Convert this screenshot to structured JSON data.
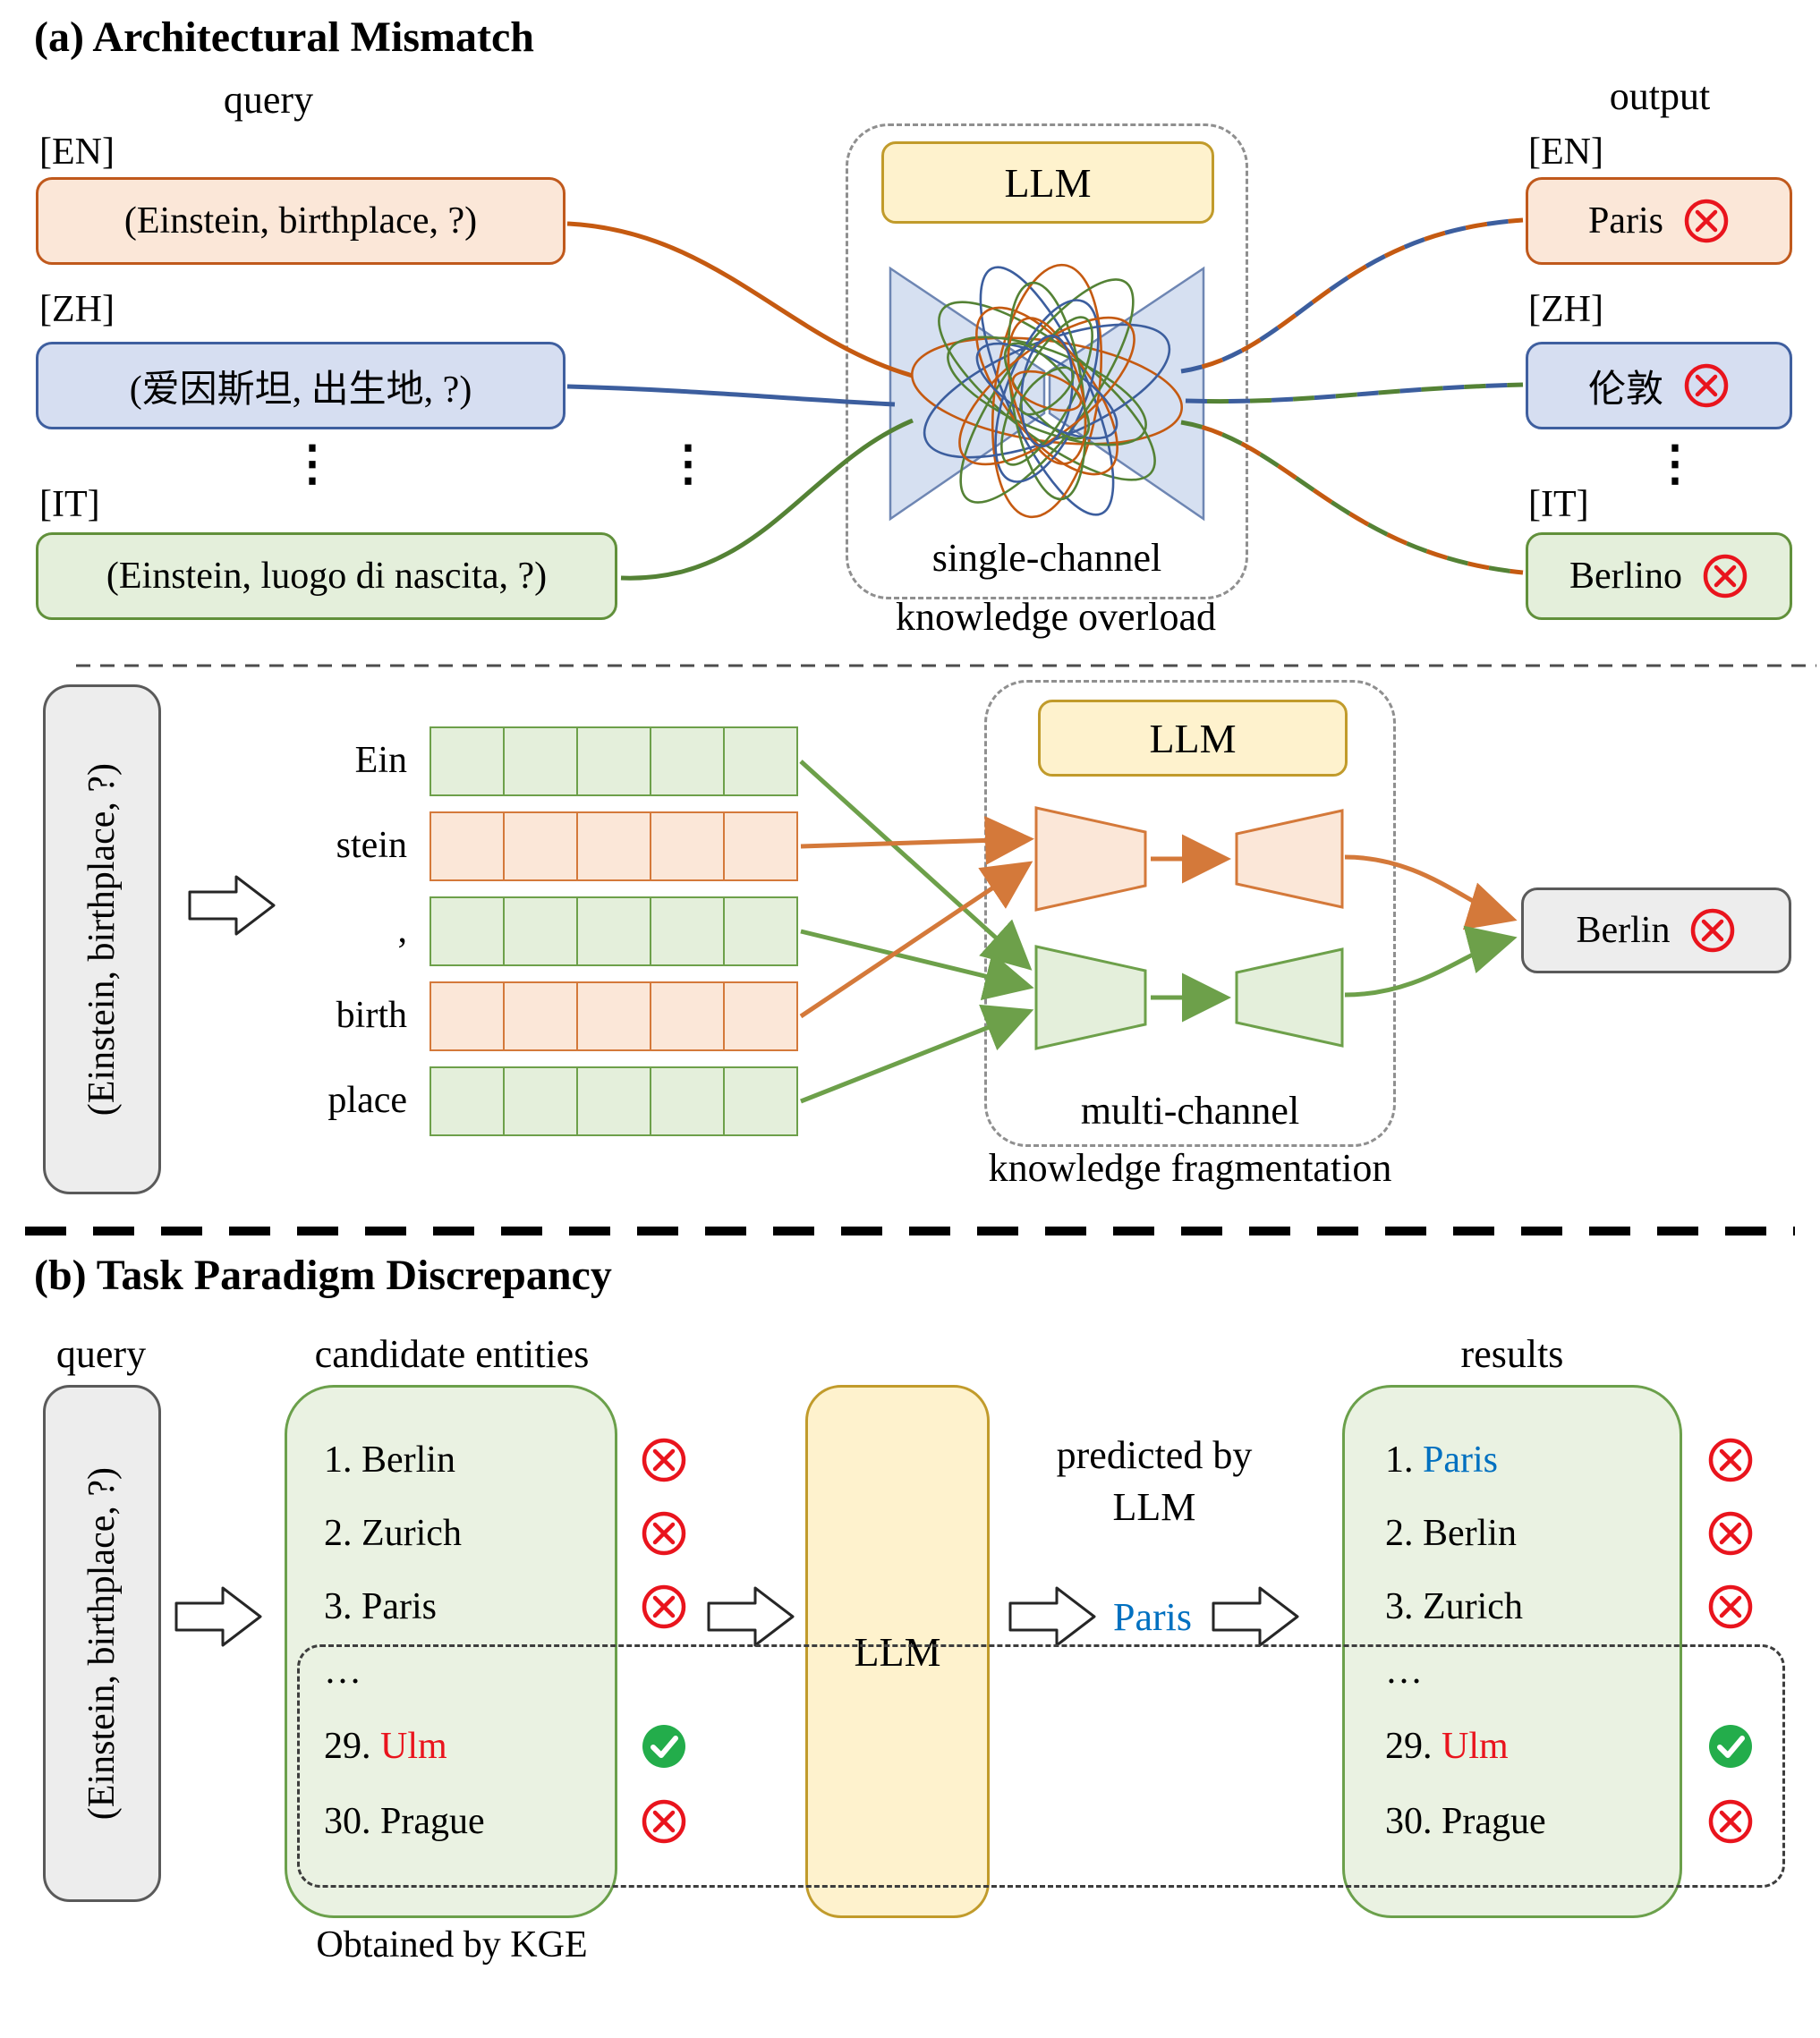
{
  "colors": {
    "orange_accent": "#c0591c",
    "blue_accent": "#3f5f9f",
    "green_accent": "#61903b",
    "yellow_fill": "#fef2cd",
    "wrong_red": "#e9141d",
    "correct_green": "#23ad4b",
    "predicted_blue": "#0070c0"
  },
  "section_a": {
    "title": "(a) Architectural Mismatch",
    "query_label": "query",
    "output_label": "output",
    "ellipsis_vertical": "⋮",
    "queries": [
      {
        "lang": "[EN]",
        "text": "(Einstein, birthplace, ?)"
      },
      {
        "lang": "[ZH]",
        "text": "(爱因斯坦, 出生地, ?)"
      },
      {
        "lang": "[IT]",
        "text": "(Einstein, luogo di nascita, ?)"
      }
    ],
    "outputs": [
      {
        "lang": "[EN]",
        "text": "Paris"
      },
      {
        "lang": "[ZH]",
        "text": "伦敦"
      },
      {
        "lang": "[IT]",
        "text": "Berlino"
      }
    ],
    "llm_label": "LLM",
    "single_channel": "single-channel",
    "knowledge_overload": "knowledge overload",
    "fragment": {
      "query_vertical": "(Einstein, birthplace, ?)",
      "tokens": [
        "Ein",
        "stein",
        ",",
        "birth",
        "place"
      ],
      "llm_label": "LLM",
      "multi_channel": "multi-channel",
      "knowledge_fragmentation": "knowledge fragmentation",
      "output": "Berlin"
    }
  },
  "section_b": {
    "title": "(b) Task Paradigm Discrepancy",
    "query_label": "query",
    "query_vertical": "(Einstein, birthplace, ?)",
    "candidates_label": "candidate entities",
    "candidates": [
      {
        "prefix": "1. ",
        "name": "Berlin",
        "status": "wrong"
      },
      {
        "prefix": "2. ",
        "name": "Zurich",
        "status": "wrong"
      },
      {
        "prefix": "3. ",
        "name": "Paris",
        "status": "wrong"
      },
      {
        "prefix": "",
        "name": "…",
        "status": "none"
      },
      {
        "prefix": "29. ",
        "name": "Ulm",
        "status": "correct"
      },
      {
        "prefix": "30. ",
        "name": "Prague",
        "status": "wrong"
      }
    ],
    "obtained_by": "Obtained by KGE",
    "llm_label": "LLM",
    "predicted_by_line1": "predicted by",
    "predicted_by_line2": "LLM",
    "predicted_value": "Paris",
    "results_label": "results",
    "results": [
      {
        "prefix": "1. ",
        "name": "Paris",
        "status": "wrong"
      },
      {
        "prefix": "2. ",
        "name": "Berlin",
        "status": "wrong"
      },
      {
        "prefix": "3. ",
        "name": "Zurich",
        "status": "wrong"
      },
      {
        "prefix": "",
        "name": "…",
        "status": "none"
      },
      {
        "prefix": "29. ",
        "name": "Ulm",
        "status": "correct"
      },
      {
        "prefix": "30. ",
        "name": "Prague",
        "status": "wrong"
      }
    ]
  }
}
